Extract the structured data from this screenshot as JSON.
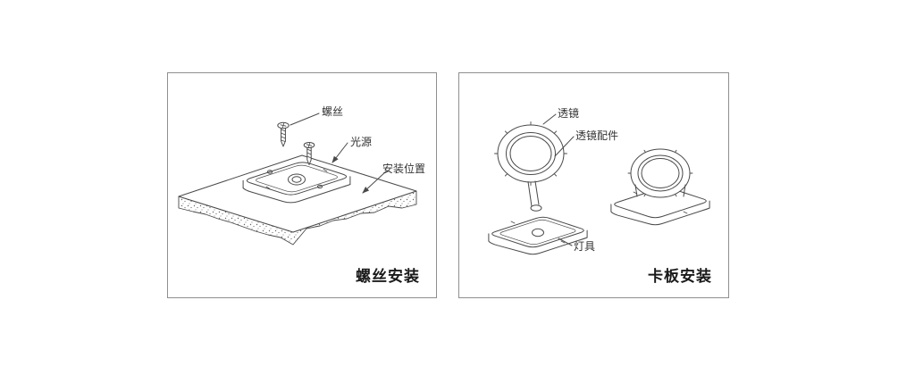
{
  "panels": {
    "screw_install": {
      "caption": "螺丝安装",
      "labels": {
        "screw": "螺丝",
        "light_source": "光源",
        "install_position": "安装位置"
      }
    },
    "clip_install": {
      "caption": "卡板安装",
      "labels": {
        "lens": "透镜",
        "lens_accessory": "透镜配件",
        "fixture": "灯具"
      }
    }
  },
  "colors": {
    "line": "#4a4a4a",
    "text": "#333333",
    "panel_border": "#8f8f8f",
    "background": "#ffffff"
  }
}
